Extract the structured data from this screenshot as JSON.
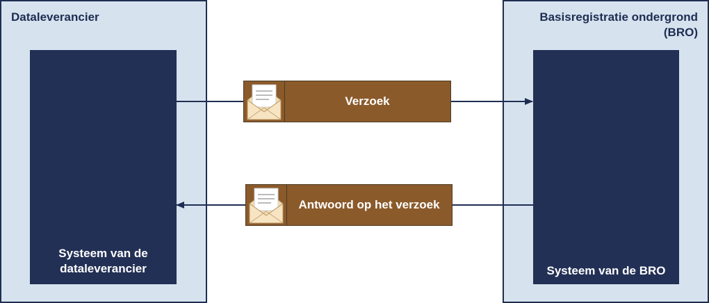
{
  "left_panel": {
    "title": "Dataleverancier",
    "system_label_line1": "Systeem van de",
    "system_label_line2": "dataleverancier"
  },
  "right_panel": {
    "title_line1": "Basisregistratie ondergrond",
    "title_line2": "(BRO)",
    "system_label": "Systeem van de BRO"
  },
  "messages": [
    {
      "label": "Verzoek",
      "icon": "envelope-icon"
    },
    {
      "label": "Antwoord op het verzoek",
      "icon": "envelope-icon"
    }
  ],
  "colors": {
    "panel_bg": "#d6e3ef",
    "system_bg": "#233055",
    "message_bg": "#8b5a2b",
    "connector": "#1f2d52"
  }
}
